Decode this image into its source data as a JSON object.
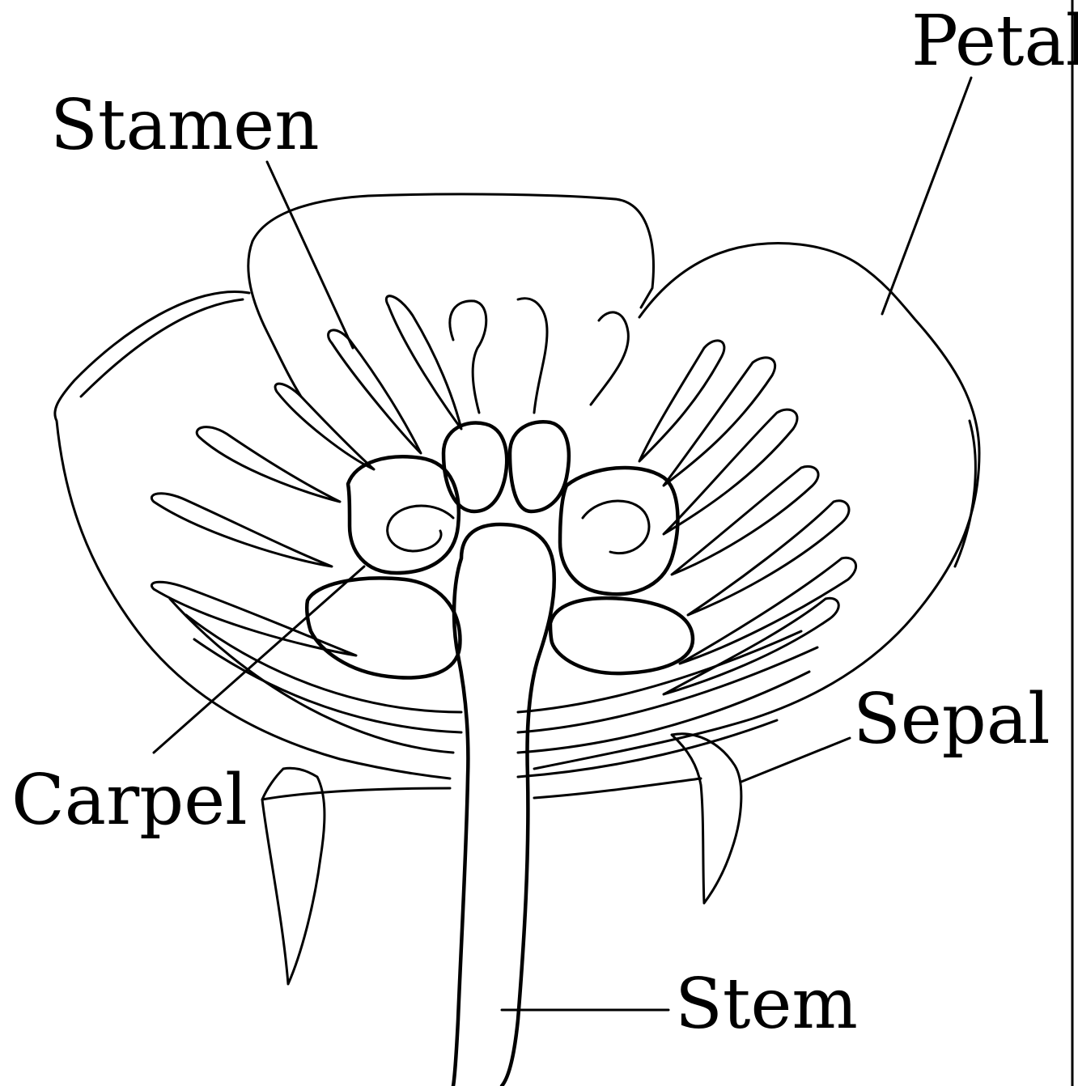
{
  "labels": {
    "petal": "Petal",
    "stamen": "Stamen",
    "carpel": "Carpel",
    "sepal": "Sepal",
    "stem": "Stem"
  },
  "colors": {
    "ink": "#000000",
    "background": "#ffffff"
  }
}
